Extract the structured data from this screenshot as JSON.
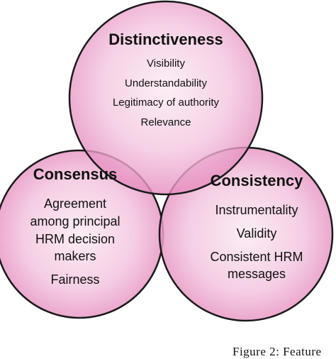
{
  "circles": {
    "distinctiveness": {
      "title": "Distinctiveness",
      "items": [
        "Visibility",
        "Understandability",
        "Legitimacy of authority",
        "Relevance"
      ]
    },
    "consensus": {
      "title": "Consensus",
      "items": [
        "Agreement",
        "among principal",
        "HRM decision",
        "makers",
        "Fairness"
      ]
    },
    "consistency": {
      "title": "Consistency",
      "items": [
        "Instrumentality",
        "Validity",
        "Consistent HRM",
        "messages"
      ]
    }
  },
  "colors": {
    "fill_outer": "#f6d2e6",
    "fill_inner": "#ee9fca",
    "stroke": "#1a1a1a",
    "overlap": "#e58cbd"
  },
  "caption": "Figure  2:  Feature"
}
